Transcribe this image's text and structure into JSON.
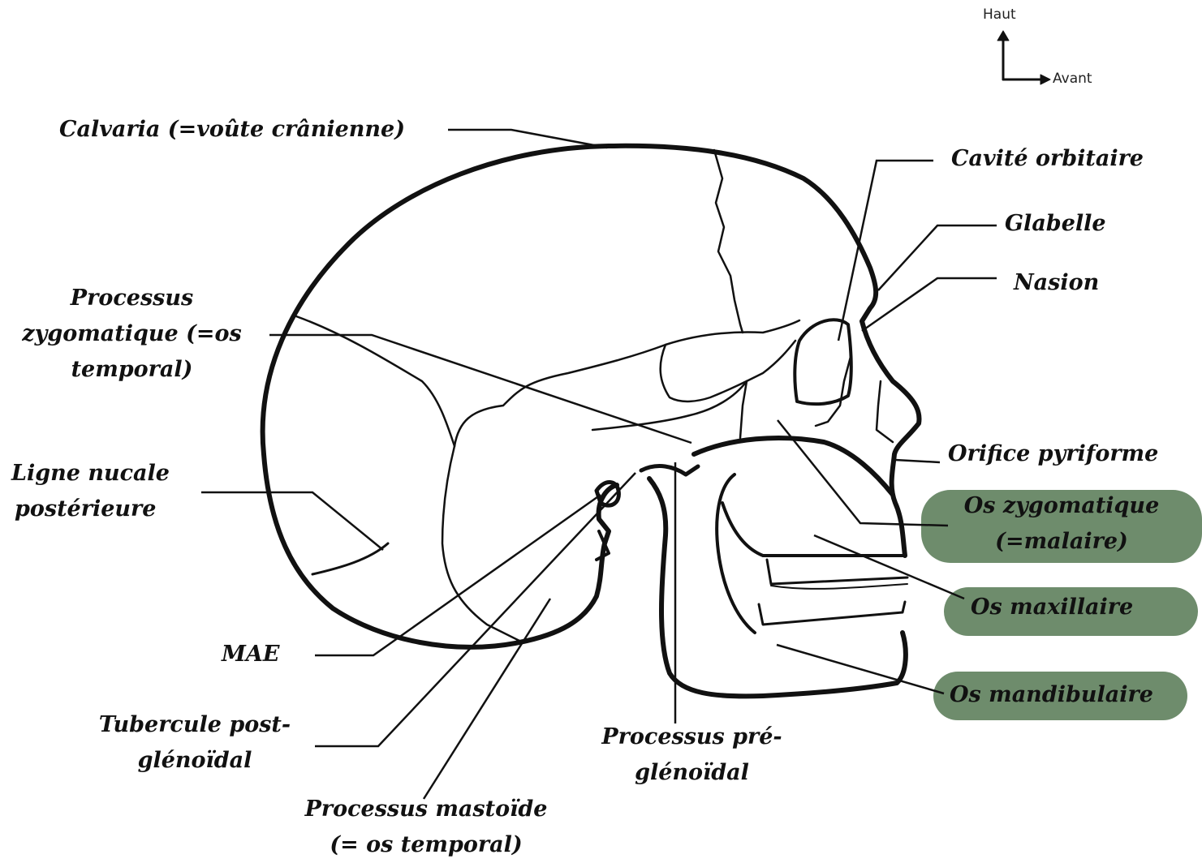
{
  "orientation": {
    "up": "Haut",
    "front": "Avant"
  },
  "labels": {
    "calvaria": "Calvaria (=voûte crânienne)",
    "cavite_orbitaire": "Cavité orbitaire",
    "glabelle": "Glabelle",
    "nasion": "Nasion",
    "processus_zygomatique": [
      "Processus",
      "zygomatique (=os",
      "temporal)"
    ],
    "orifice_pyriforme": "Orifice pyriforme",
    "ligne_nucale": [
      "Ligne nucale",
      "postérieure"
    ],
    "os_zygomatique": [
      "Os zygomatique",
      "(=malaire)"
    ],
    "os_maxillaire": "Os maxillaire",
    "os_mandibulaire": "Os mandibulaire",
    "mae": "MAE",
    "tubercule": [
      "Tubercule post-",
      "glénoïdal"
    ],
    "processus_pre": [
      "Processus pré-",
      "glénoïdal"
    ],
    "processus_mastoide": [
      "Processus mastoïde",
      "(= os temporal)"
    ]
  },
  "colors": {
    "highlight": "#6e8c6c",
    "ink": "#111111"
  }
}
